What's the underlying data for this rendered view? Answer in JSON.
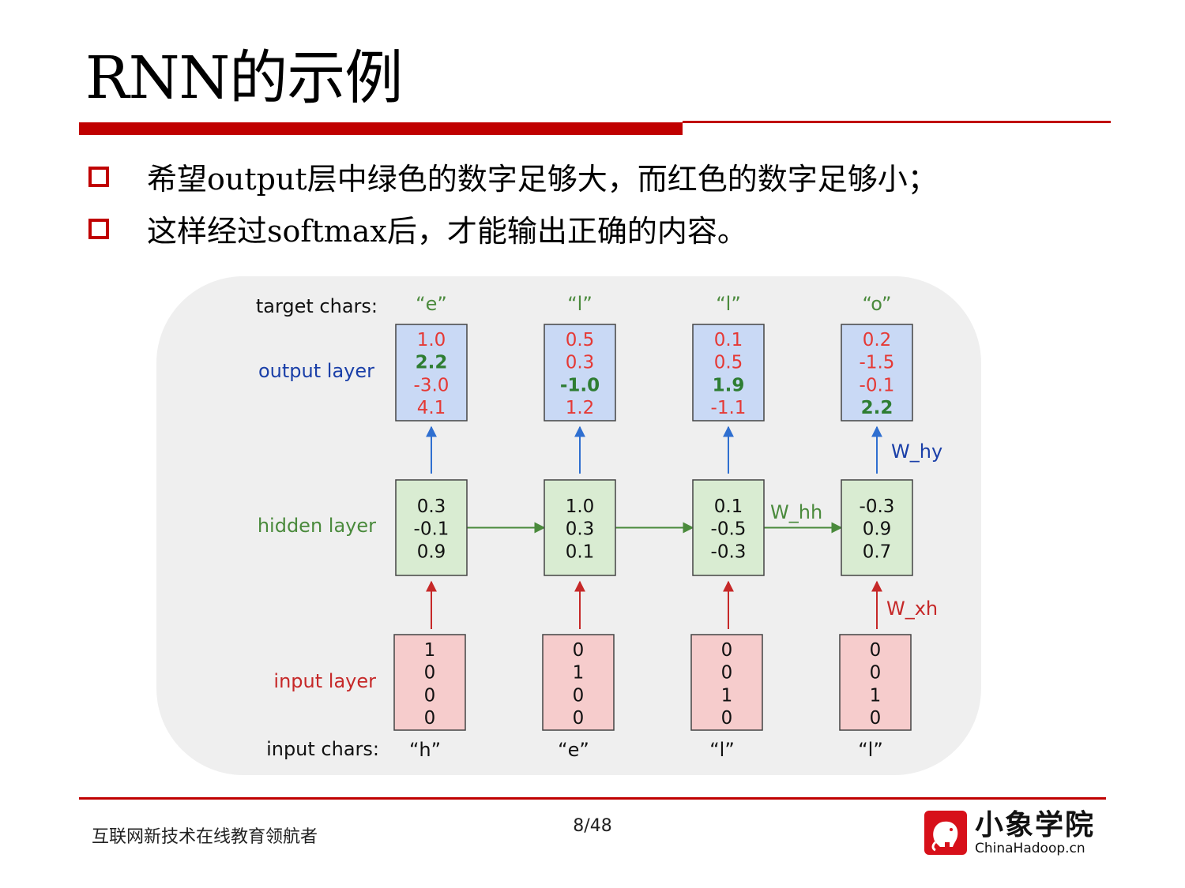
{
  "slide": {
    "title": "RNN的示例",
    "bullets": [
      "希望output层中绿色的数字足够大，而红色的数字足够小；",
      "这样经过softmax后，才能输出正确的内容。"
    ],
    "footer": {
      "slogan": "互联网新技术在线教育领航者",
      "page": "8/48"
    },
    "logo": {
      "name": "小象学院",
      "site": "ChinaHadoop.cn"
    }
  },
  "colors": {
    "accent_red": "#c00000",
    "green_text": "#2e7d32",
    "red_text": "#e53935",
    "blue_text": "#1a3fa8",
    "output_fill": "#c9d9f5",
    "hidden_fill": "#d9ecd2",
    "input_fill": "#f6cccc",
    "blue_arrow": "#2f6fd0",
    "green_arrow": "#4a8a3c",
    "red_arrow": "#c62828"
  },
  "diagram": {
    "row_labels": {
      "target": "target chars:",
      "output": "output layer",
      "hidden": "hidden layer",
      "input": "input layer",
      "input_chars": "input chars:"
    },
    "weight_labels": {
      "why": "W_hy",
      "whh": "W_hh",
      "wxh": "W_xh"
    },
    "columns": [
      {
        "target": "“e”",
        "input_char": "“h”",
        "output": [
          {
            "v": "1.0",
            "c": "red"
          },
          {
            "v": "2.2",
            "c": "green"
          },
          {
            "v": "-3.0",
            "c": "red"
          },
          {
            "v": "4.1",
            "c": "red"
          }
        ],
        "hidden": [
          "0.3",
          "-0.1",
          "0.9"
        ],
        "input": [
          "1",
          "0",
          "0",
          "0"
        ]
      },
      {
        "target": "“l”",
        "input_char": "“e”",
        "output": [
          {
            "v": "0.5",
            "c": "red"
          },
          {
            "v": "0.3",
            "c": "red"
          },
          {
            "v": "-1.0",
            "c": "green"
          },
          {
            "v": "1.2",
            "c": "red"
          }
        ],
        "hidden": [
          "1.0",
          "0.3",
          "0.1"
        ],
        "input": [
          "0",
          "1",
          "0",
          "0"
        ]
      },
      {
        "target": "“l”",
        "input_char": "“l”",
        "output": [
          {
            "v": "0.1",
            "c": "red"
          },
          {
            "v": "0.5",
            "c": "red"
          },
          {
            "v": "1.9",
            "c": "green"
          },
          {
            "v": "-1.1",
            "c": "red"
          }
        ],
        "hidden": [
          "0.1",
          "-0.5",
          "-0.3"
        ],
        "input": [
          "0",
          "0",
          "1",
          "0"
        ]
      },
      {
        "target": "“o”",
        "input_char": "“l”",
        "output": [
          {
            "v": "0.2",
            "c": "red"
          },
          {
            "v": "-1.5",
            "c": "red"
          },
          {
            "v": "-0.1",
            "c": "red"
          },
          {
            "v": "2.2",
            "c": "green"
          }
        ],
        "hidden": [
          "-0.3",
          "0.9",
          "0.7"
        ],
        "input": [
          "0",
          "0",
          "1",
          "0"
        ]
      }
    ]
  }
}
